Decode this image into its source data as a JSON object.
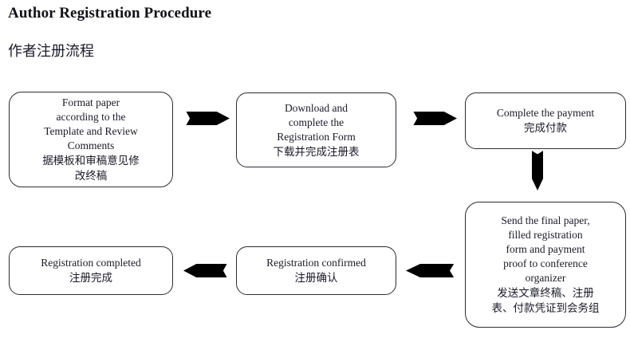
{
  "header": {
    "title": "Author Registration Procedure",
    "subtitle": "作者注册流程"
  },
  "flowchart": {
    "type": "process-flow",
    "background_color": "#ffffff",
    "node_border_color": "#2b2b33",
    "arrow_color": "#000000",
    "text_color": "#1a1a28",
    "nodes": [
      {
        "id": "format-paper",
        "order": 1,
        "en": "Format paper\naccording to the\nTemplate and Review\nComments",
        "zh": "据模板和审稿意见修\n改终稿"
      },
      {
        "id": "download-form",
        "order": 2,
        "en": "Download and\ncomplete the\nRegistration Form",
        "zh": "下载并完成注册表"
      },
      {
        "id": "complete-payment",
        "order": 3,
        "en": "Complete the payment",
        "zh": "完成付款"
      },
      {
        "id": "send-documents",
        "order": 4,
        "en": "Send the final paper,\nfilled registration\nform and payment\nproof to conference\norganizer",
        "zh": "发送文章终稿、注册\n表、付款凭证到会务组"
      },
      {
        "id": "registration-confirmed",
        "order": 5,
        "en": "Registration confirmed",
        "zh": "注册确认"
      },
      {
        "id": "registration-completed",
        "order": 6,
        "en": "Registration completed",
        "zh": "注册完成"
      }
    ],
    "arrows": [
      {
        "id": "a1",
        "from": "format-paper",
        "to": "download-form",
        "direction": "right"
      },
      {
        "id": "a2",
        "from": "download-form",
        "to": "complete-payment",
        "direction": "right"
      },
      {
        "id": "a3",
        "from": "complete-payment",
        "to": "send-documents",
        "direction": "down"
      },
      {
        "id": "a4",
        "from": "send-documents",
        "to": "registration-confirmed",
        "direction": "left"
      },
      {
        "id": "a5",
        "from": "registration-confirmed",
        "to": "registration-completed",
        "direction": "left"
      }
    ]
  }
}
